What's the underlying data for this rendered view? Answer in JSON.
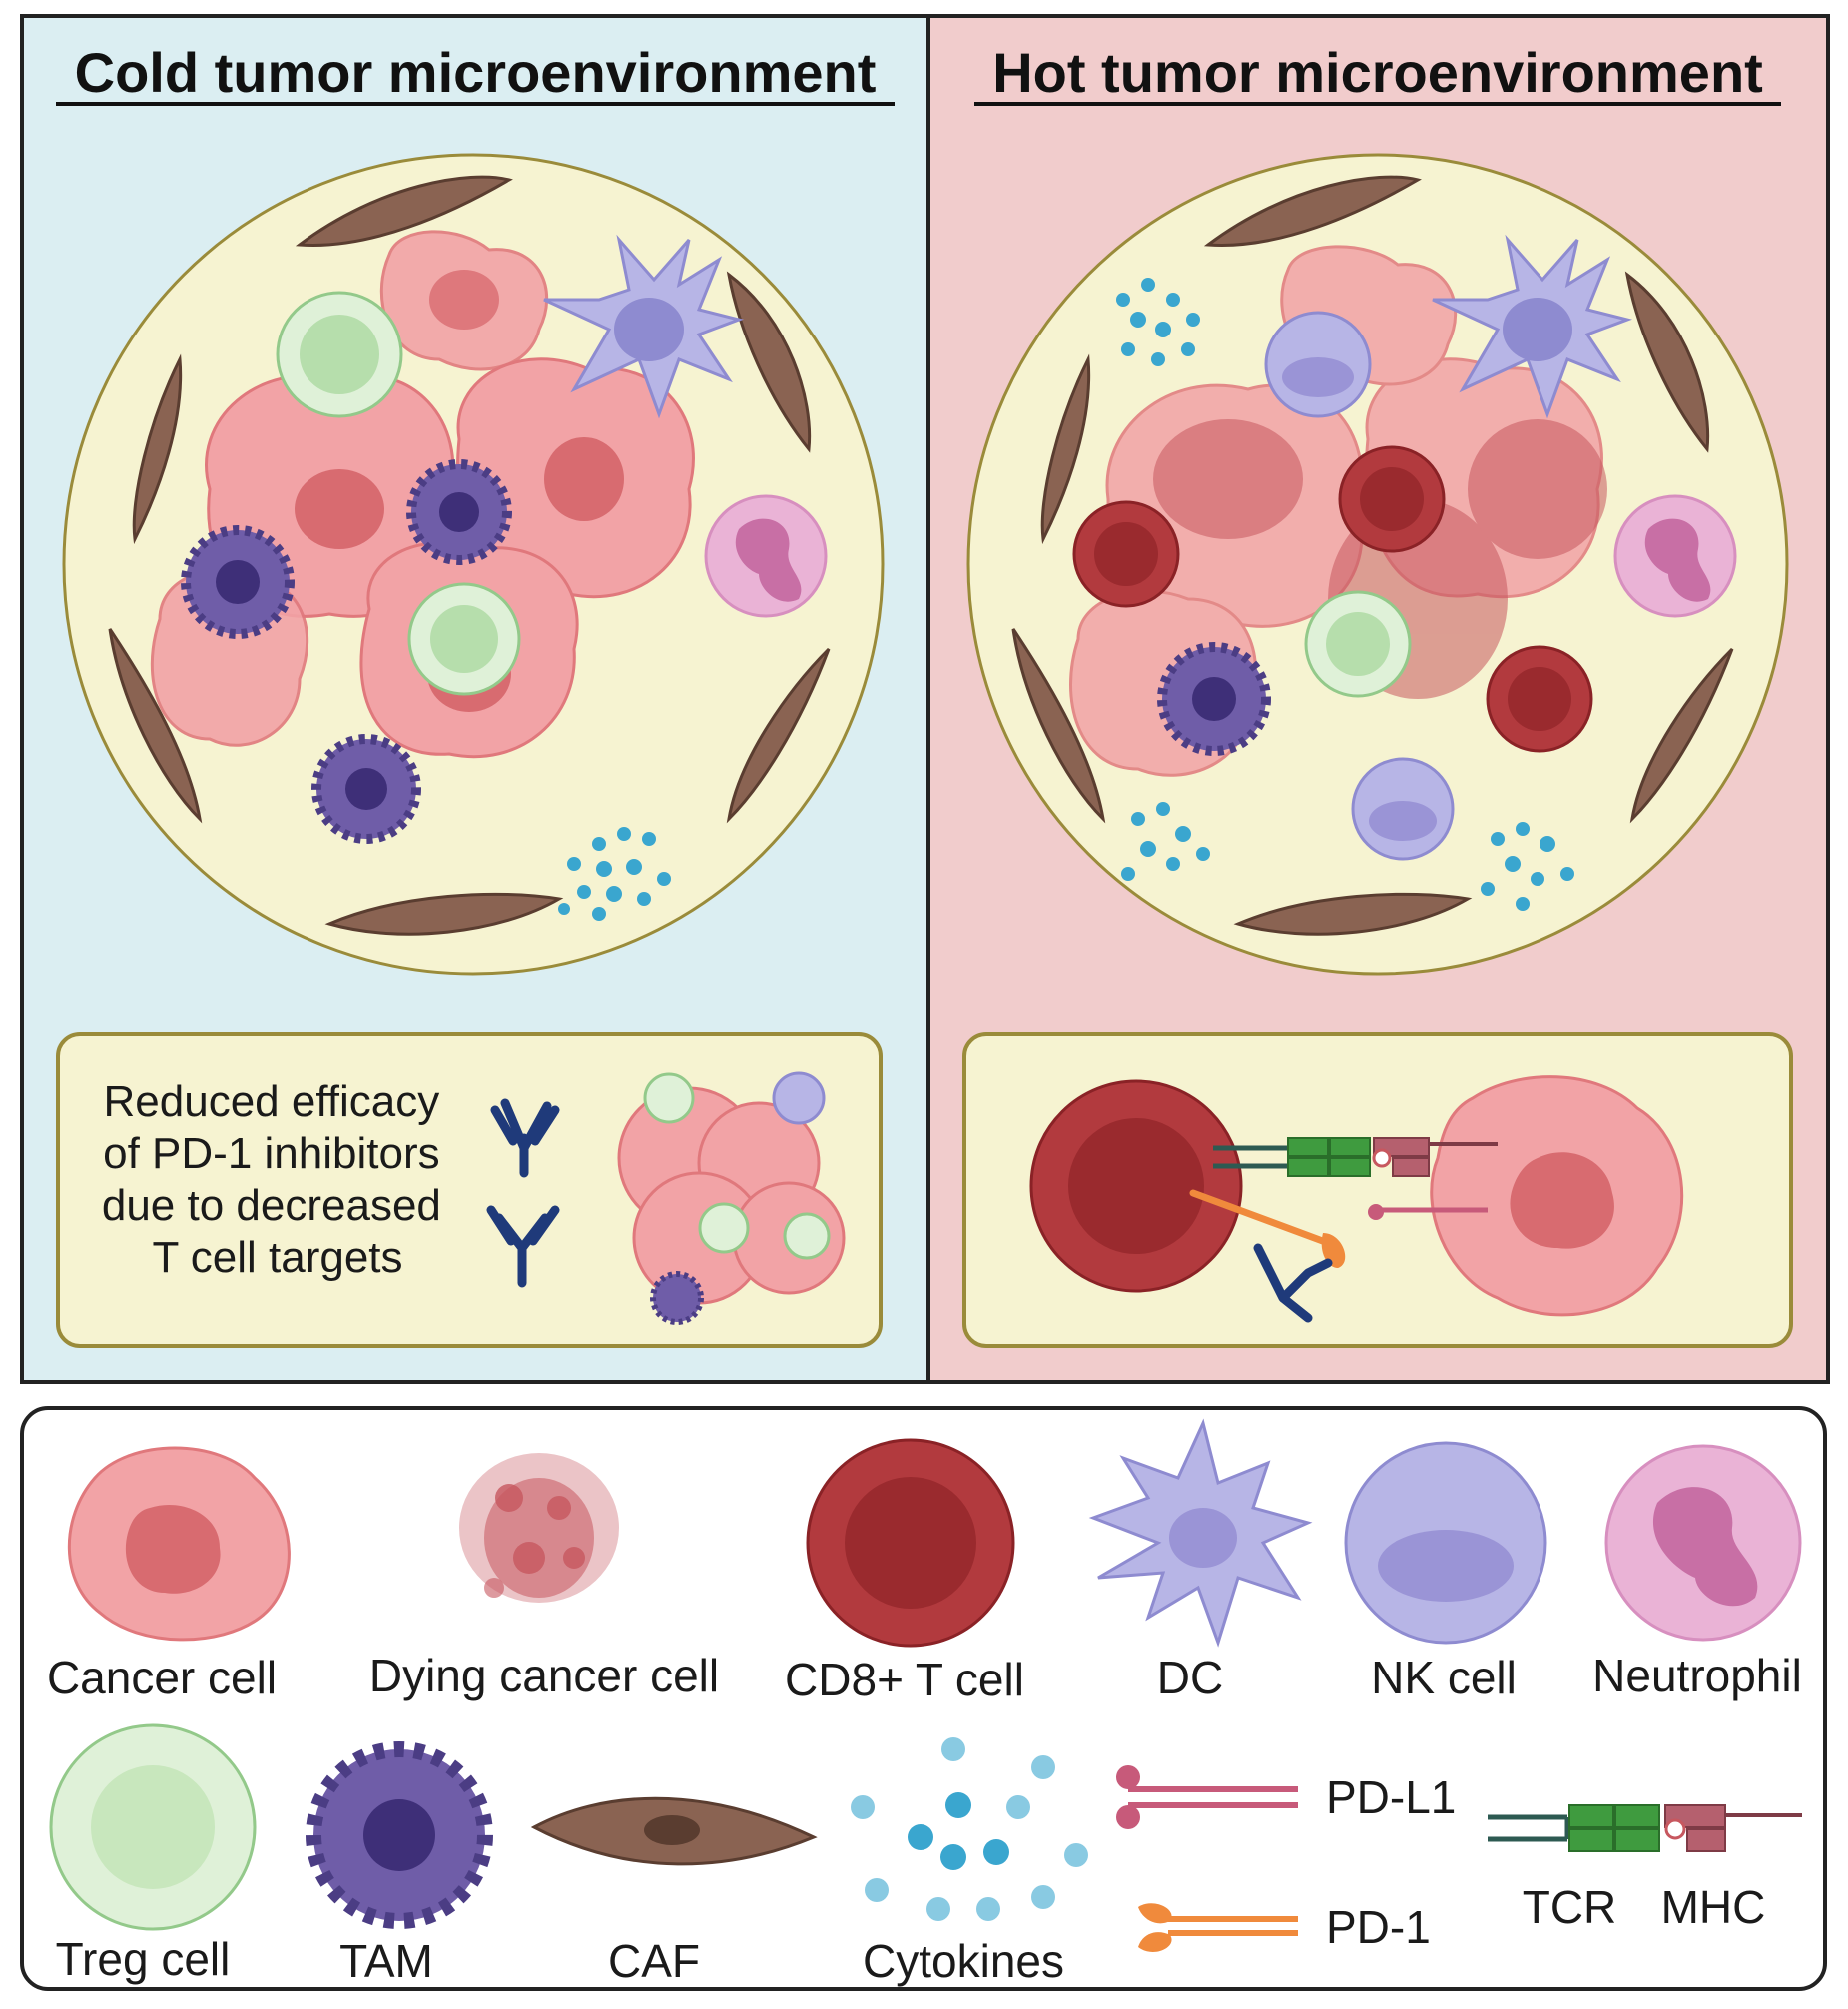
{
  "panels": {
    "cold": {
      "title": "Cold tumor microenvironment",
      "note_lines": [
        "Reduced efficacy",
        "of PD-1 inhibitors",
        "due to decreased",
        "T cell targets"
      ]
    },
    "hot": {
      "title": "Hot tumor microenvironment"
    }
  },
  "legend": {
    "row1": [
      "Cancer cell",
      "Dying cancer cell",
      "CD8+ T cell",
      "DC",
      "NK cell",
      "Neutrophil"
    ],
    "row2": [
      "Treg cell",
      "TAM",
      "CAF",
      "Cytokines"
    ],
    "receptors": {
      "pdl1": "PD-L1",
      "pd1": "PD-1",
      "tcr": "TCR",
      "mhc": "MHC"
    }
  },
  "colors": {
    "cold_bg": "#dbeef2",
    "hot_bg": "#f1cccc",
    "tumor_bed": "#f6f3d1",
    "cancer_cell": "#f2a3a6",
    "cd8_t_cell": "#b23a3e",
    "dc_nk": "#b7b5e6",
    "neutrophil": "#eab3d6",
    "treg": "#dff1d8",
    "tam": "#6f5da8",
    "caf": "#8a6352",
    "cytokine": "#3aa6cf",
    "pd1": "#f08a3c",
    "pdl1": "#c75a7a",
    "tcr": "#3f9b3f",
    "mhc": "#b5606e"
  }
}
